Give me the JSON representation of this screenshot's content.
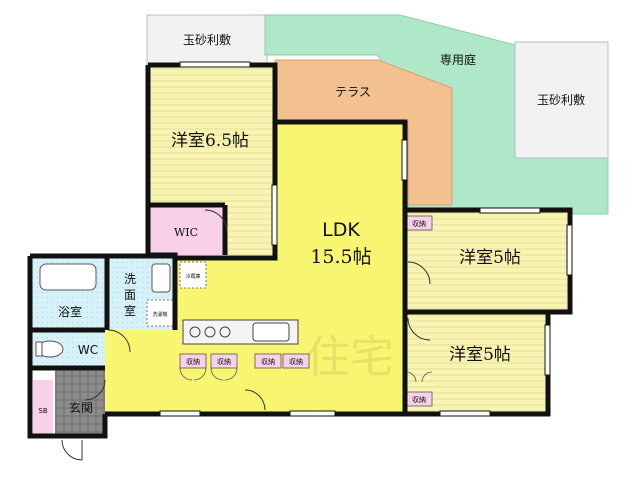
{
  "colors": {
    "garden": "#aee8c8",
    "gravel": "#f2f2f2",
    "terrace": "#f3c090",
    "ldk": "#f8f570",
    "bedroom": "#f8f4b4",
    "wic": "#f8d0e8",
    "bath": "#d6f2f8",
    "storage": "#f8d0e8",
    "wall": "#111111"
  },
  "labels": {
    "gravel_top": "玉砂利敷",
    "garden": "専用庭",
    "terrace": "テラス",
    "gravel_right": "玉砂利敷",
    "room_65": "洋室6.5帖",
    "wic": "WIC",
    "ldk_line1": "LDK",
    "ldk_line2": "15.5帖",
    "room_5a": "洋室5帖",
    "room_5b": "洋室5帖",
    "washroom_1": "洗",
    "washroom_2": "面",
    "washroom_3": "室",
    "bath": "浴室",
    "wc": "WC",
    "entrance": "玄関",
    "sb": "SB",
    "storage": "収納",
    "washing_space": "洗濯機",
    "fridge": "冷蔵庫",
    "watermark": "住宅"
  }
}
